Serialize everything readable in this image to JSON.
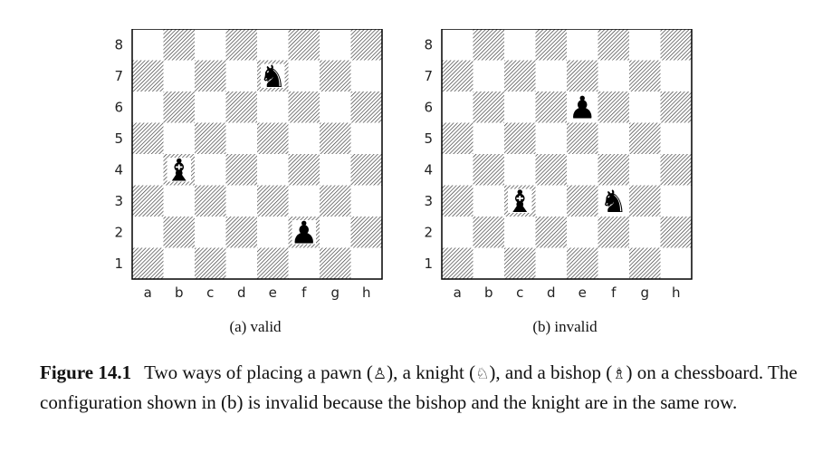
{
  "boards": [
    {
      "subcaption": "(a) valid",
      "files": [
        "a",
        "b",
        "c",
        "d",
        "e",
        "f",
        "g",
        "h"
      ],
      "ranks": [
        "8",
        "7",
        "6",
        "5",
        "4",
        "3",
        "2",
        "1"
      ],
      "pieces": [
        {
          "name": "knight",
          "glyph": "♞",
          "square": "e7"
        },
        {
          "name": "bishop",
          "glyph": "♝",
          "square": "b4"
        },
        {
          "name": "pawn",
          "glyph": "♟",
          "square": "f2"
        }
      ]
    },
    {
      "subcaption": "(b) invalid",
      "files": [
        "a",
        "b",
        "c",
        "d",
        "e",
        "f",
        "g",
        "h"
      ],
      "ranks": [
        "8",
        "7",
        "6",
        "5",
        "4",
        "3",
        "2",
        "1"
      ],
      "pieces": [
        {
          "name": "pawn",
          "glyph": "♟",
          "square": "e6"
        },
        {
          "name": "bishop",
          "glyph": "♝",
          "square": "c3"
        },
        {
          "name": "knight",
          "glyph": "♞",
          "square": "f3"
        }
      ]
    }
  ],
  "caption": {
    "label": "Figure 14.1",
    "text1": "Two ways of placing a pawn (",
    "pawn_glyph": "♙",
    "text2": "), a knight (",
    "knight_glyph": "♘",
    "text3": "), and a bishop (",
    "bishop_glyph": "♗",
    "text4": ") on a chessboard. The configuration shown in (b) is invalid because the bishop and the knight are in the same row."
  }
}
